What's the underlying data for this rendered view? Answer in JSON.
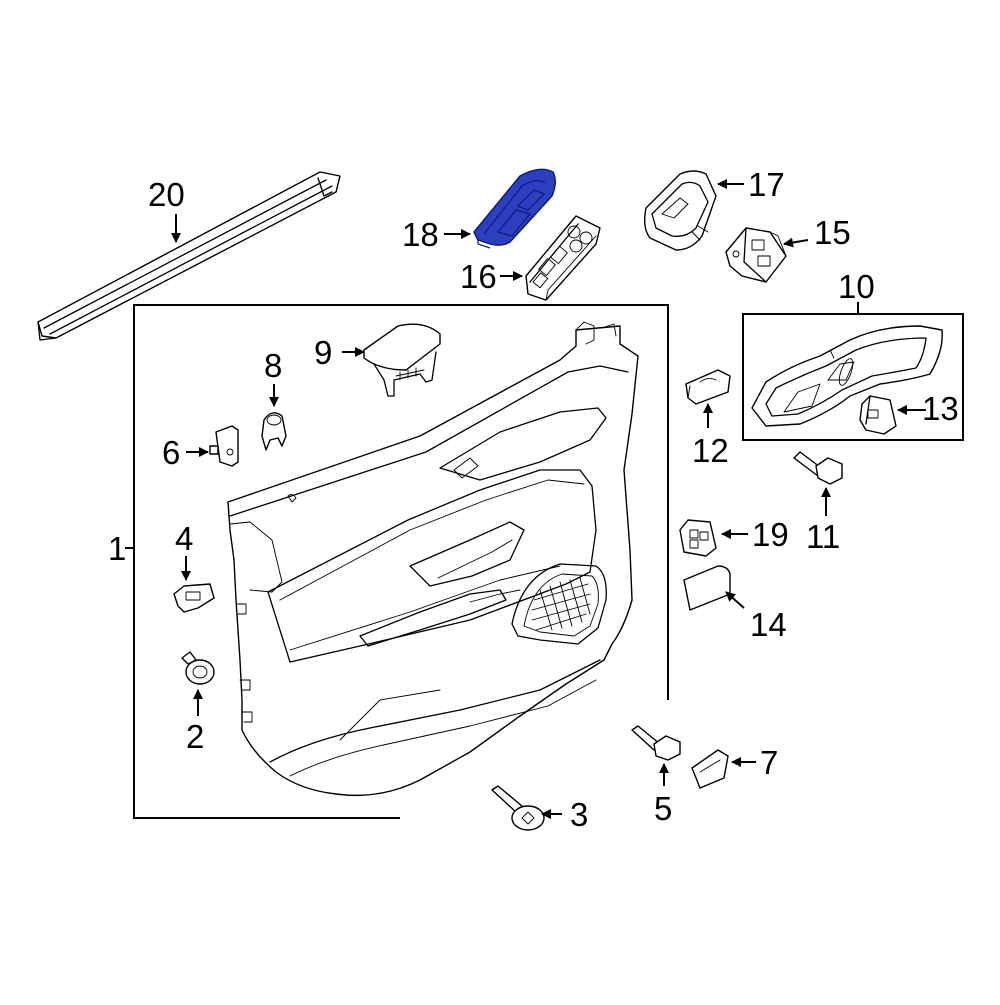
{
  "diagram": {
    "highlight_color": "#2b3fbf",
    "highlighted_part": "18",
    "callouts": {
      "c1": "1",
      "c2": "2",
      "c3": "3",
      "c4": "4",
      "c5": "5",
      "c6": "6",
      "c7": "7",
      "c8": "8",
      "c9": "9",
      "c10": "10",
      "c11": "11",
      "c12": "12",
      "c13": "13",
      "c14": "14",
      "c15": "15",
      "c16": "16",
      "c17": "17",
      "c18": "18",
      "c19": "19",
      "c20": "20"
    }
  }
}
